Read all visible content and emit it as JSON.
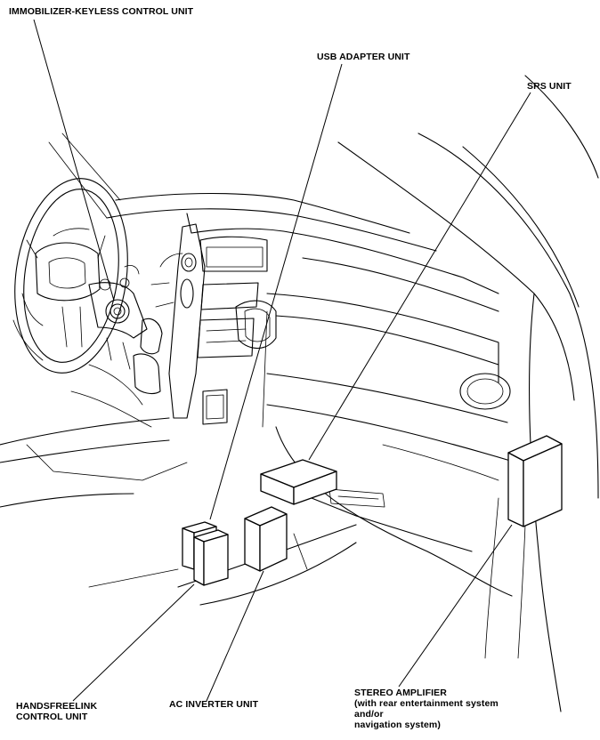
{
  "labels": {
    "immobilizer": "IMMOBILIZER-KEYLESS CONTROL UNIT",
    "usb": "USB ADAPTER UNIT",
    "srs": "SRS UNIT",
    "handsfree_line1": "HANDSFREELINK",
    "handsfree_line2": "CONTROL UNIT",
    "ac_inverter": "AC INVERTER UNIT",
    "stereo_line1": "STEREO AMPLIFIER",
    "stereo_line2": "(with rear entertainment system",
    "stereo_line3": "and/or",
    "stereo_line4": "navigation system)"
  }
}
